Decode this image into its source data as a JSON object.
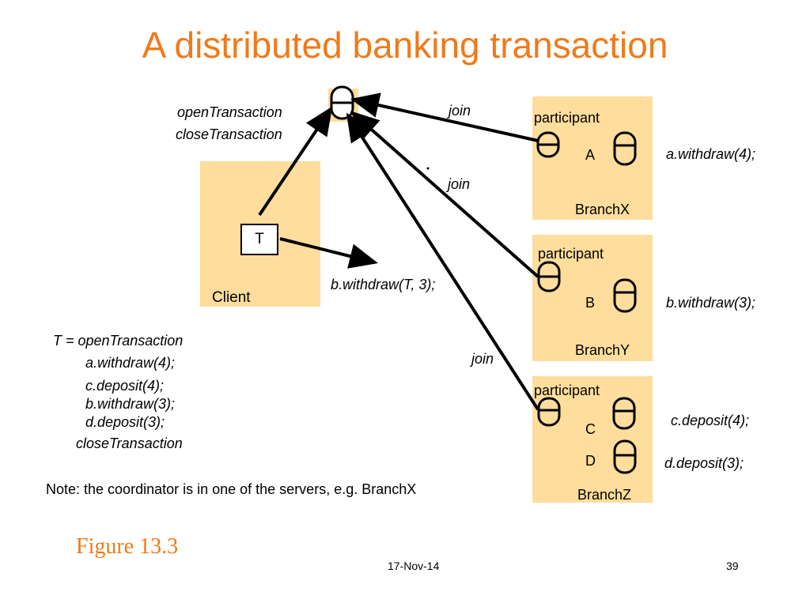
{
  "slide": {
    "title": "A distributed banking transaction",
    "figure_label": "Figure 13.3",
    "date": "17-Nov-14",
    "page_number": "39"
  },
  "coordinator": {
    "ops": [
      "openTransaction",
      "closeTransaction"
    ]
  },
  "client": {
    "label": "Client",
    "transaction_label": "T",
    "call_label": "b.withdraw(T, 3);"
  },
  "branches": [
    {
      "header": "participant",
      "objects": [
        "A"
      ],
      "name": "BranchX",
      "op_label": "a.withdraw(4);",
      "join_label": "join"
    },
    {
      "header": "participant",
      "objects": [
        "B"
      ],
      "name": "BranchY",
      "op_label": "b.withdraw(3);",
      "join_label": "join"
    },
    {
      "header": "participant",
      "objects": [
        "C",
        "D"
      ],
      "name": "BranchZ",
      "op_label": [
        "c.deposit(4);",
        "d.deposit(3);"
      ],
      "join_label": "join"
    }
  ],
  "transaction_code": [
    "T = openTransaction",
    "a.withdraw(4);",
    "c.deposit(4);",
    "b.withdraw(3);",
    "d.deposit(3);",
    "closeTransaction"
  ],
  "note": "Note: the coordinator is in one of the servers, e.g. BranchX",
  "colors": {
    "title": "#f07a1a",
    "box_fill": "#ffdd9c",
    "arrow": "#000000"
  }
}
